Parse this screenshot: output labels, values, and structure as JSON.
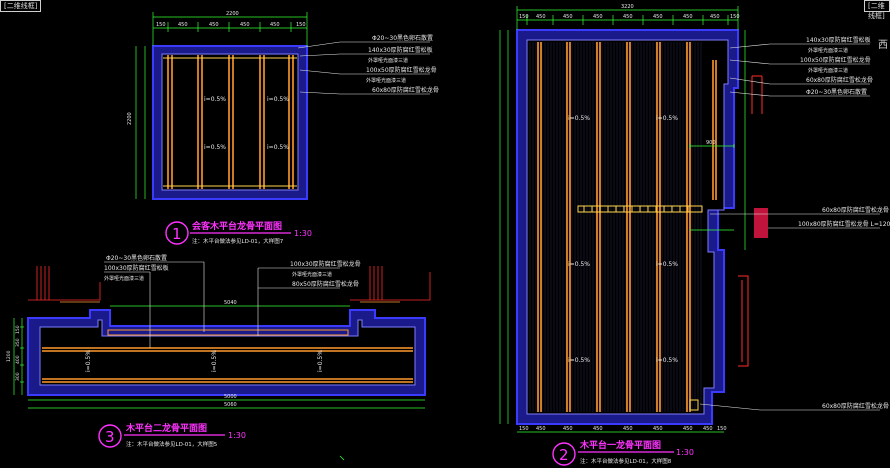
{
  "app": {
    "tab_left": "[二维线框]",
    "tab_right": "[二维线框]",
    "side_label": "西"
  },
  "colors": {
    "background": "#000000",
    "wall": "#3b3bff",
    "fill": "#1a1a8a",
    "hatch": "#7c7cff",
    "joist": "#ff9a2e",
    "beam": "#ffd54a",
    "dim": "#33ff33",
    "text": "#e8e8e8",
    "title": "#ff33ff",
    "accent_red": "#ff2b2b"
  },
  "drawing1": {
    "title": "会客木平台龙骨平面图",
    "number": "1",
    "scale": "1:30",
    "note": "注：木平台做法参见LD-01，大样图7",
    "top_dims": [
      "150",
      "450",
      "450",
      "450",
      "450",
      "150"
    ],
    "top_total": "2200",
    "side_total": "2200",
    "slopes": [
      "i=0.5%",
      "i=0.5%",
      "i=0.5%",
      "i=0.5%"
    ],
    "labels": [
      "Φ20~30黑色卵石散置",
      "140x30厚防腐红雪松板",
      "外罩哑光面漆三道",
      "100x50厚防腐红雪松龙骨",
      "外罩哑光面漆三道",
      "60x80厚防腐红雪松龙骨"
    ]
  },
  "drawing2": {
    "title": "木平台一龙骨平面图",
    "number": "2",
    "scale": "1:30",
    "note": "注：木平台做法参见LD-01，大样图8",
    "top_dims": [
      "150",
      "450",
      "450",
      "450",
      "450",
      "450",
      "450",
      "450",
      "150"
    ],
    "top_total": "3220",
    "bottom_dims": [
      "150",
      "450",
      "450",
      "450",
      "450",
      "450",
      "450",
      "450",
      "150"
    ],
    "side_dim": "900",
    "slopes": [
      "i=0.5%",
      "i=0.5%",
      "i=0.5%",
      "i=0.5%",
      "i=0.5%",
      "i=0.5%"
    ],
    "labels_top": [
      "140x30厚防腐红雪松板",
      "外罩哑光面漆三道",
      "100x50厚防腐红雪松龙骨",
      "外罩哑光面漆三道",
      "60x80厚防腐红雪松龙骨",
      "Φ20~30黑色卵石散置"
    ],
    "labels_mid": [
      "60x80厚防腐红雪松龙骨",
      "100x80厚防腐红雪松龙骨 L=120"
    ],
    "label_bottom": "60x80厚防腐红雪松龙骨"
  },
  "drawing3": {
    "title": "木平台二龙骨平面图",
    "number": "3",
    "scale": "1:30",
    "note": "注：木平台做法参见LD-01，大样图5",
    "top_dim": "5040",
    "bottom_dims": [
      "5000",
      "5060"
    ],
    "side_dims": [
      "1200",
      "150",
      "350",
      "400",
      "300"
    ],
    "slopes": [
      "i=0.5%",
      "i=0.5%",
      "i=0.5%"
    ],
    "labels_left": [
      "Φ20~30黑色卵石散置",
      "100x30厚防腐红雪松板",
      "外罩哑光面漆三道"
    ],
    "labels_right": [
      "100x30厚防腐红雪松龙骨",
      "外罩哑光面漆三道",
      "80x50厚防腐红雪松龙骨"
    ]
  }
}
